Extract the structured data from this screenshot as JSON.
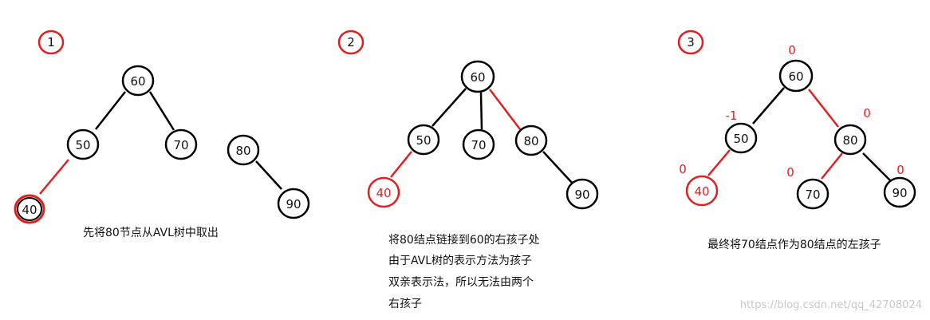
{
  "steps": [
    {
      "number": "1",
      "nodes": [
        {
          "id": "a60",
          "label": "60"
        },
        {
          "id": "a50",
          "label": "50"
        },
        {
          "id": "a70",
          "label": "70"
        },
        {
          "id": "a40",
          "label": "40",
          "red_border": true
        },
        {
          "id": "a80",
          "label": "80"
        },
        {
          "id": "a90",
          "label": "90"
        }
      ],
      "caption": [
        "先将80节点从AVL树中取出"
      ]
    },
    {
      "number": "2",
      "nodes": [
        {
          "id": "b60",
          "label": "60"
        },
        {
          "id": "b50",
          "label": "50"
        },
        {
          "id": "b70",
          "label": "70"
        },
        {
          "id": "b80",
          "label": "80"
        },
        {
          "id": "b40",
          "label": "40",
          "red_border": true,
          "red_text": true
        },
        {
          "id": "b90",
          "label": "90"
        }
      ],
      "caption": [
        "将80结点链接到60的右孩子处",
        "由于AVL树的表示方法为孩子",
        "双亲表示法，所以无法由两个",
        "右孩子"
      ]
    },
    {
      "number": "3",
      "nodes": [
        {
          "id": "c60",
          "label": "60"
        },
        {
          "id": "c50",
          "label": "50"
        },
        {
          "id": "c80",
          "label": "80"
        },
        {
          "id": "c40",
          "label": "40",
          "red_border": true,
          "red_text": true
        },
        {
          "id": "c70",
          "label": "70"
        },
        {
          "id": "c90",
          "label": "90"
        }
      ],
      "balance_factors": [
        "0",
        "-1",
        "0",
        "0",
        "0",
        "0"
      ],
      "caption": [
        "最终将70结点作为80结点的左孩子"
      ]
    }
  ],
  "watermark": "https://blog.csdn.net/qq_42708024",
  "colors": {
    "accent": "#e02020",
    "ink": "#111111"
  }
}
